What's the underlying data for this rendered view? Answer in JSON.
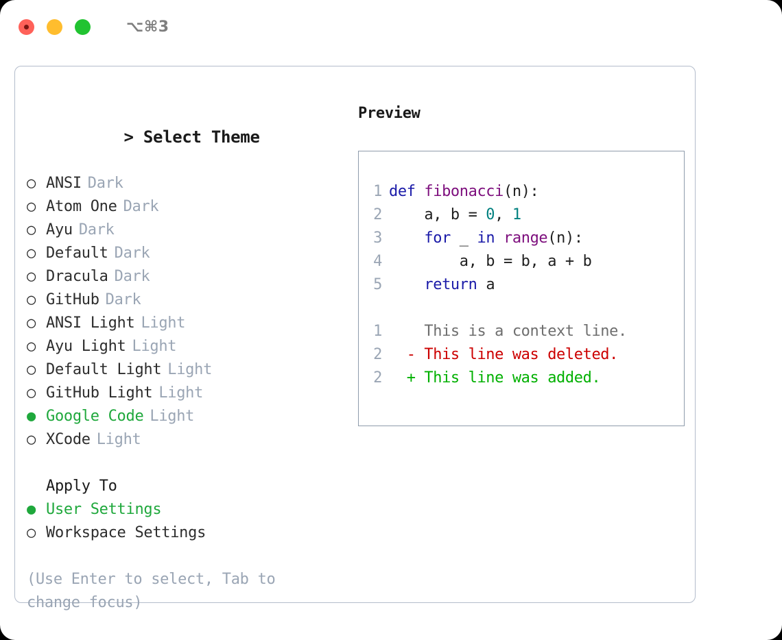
{
  "window": {
    "shortcut_label": "⌥⌘3",
    "traffic_lights": [
      "close",
      "minimize",
      "zoom"
    ]
  },
  "colors": {
    "accent_green": "#1fa83c",
    "muted_gray": "#9aa5b4",
    "border": "#8e9bab",
    "panel_border": "#b3bccb",
    "keyword_blue": "#1a1aa8",
    "function_purple": "#7d0e7d",
    "number_teal": "#00807f",
    "diff_delete_red": "#cc0000",
    "diff_add_green": "#00b000",
    "light_red": "#ff6159",
    "light_yellow": "#ffbd2e",
    "light_green": "#21c331"
  },
  "theme_picker": {
    "header_prompt": ">",
    "header": "Select Theme",
    "marker_unselected": "○",
    "marker_selected": "●",
    "items": [
      {
        "label": "ANSI",
        "tag": "Dark",
        "selected": false
      },
      {
        "label": "Atom One",
        "tag": "Dark",
        "selected": false
      },
      {
        "label": "Ayu",
        "tag": "Dark",
        "selected": false
      },
      {
        "label": "Default",
        "tag": "Dark",
        "selected": false
      },
      {
        "label": "Dracula",
        "tag": "Dark",
        "selected": false
      },
      {
        "label": "GitHub",
        "tag": "Dark",
        "selected": false
      },
      {
        "label": "ANSI Light",
        "tag": "Light",
        "selected": false
      },
      {
        "label": "Ayu Light",
        "tag": "Light",
        "selected": false
      },
      {
        "label": "Default Light",
        "tag": "Light",
        "selected": false
      },
      {
        "label": "GitHub Light",
        "tag": "Light",
        "selected": false
      },
      {
        "label": "Google Code",
        "tag": "Light",
        "selected": true
      },
      {
        "label": "XCode",
        "tag": "Light",
        "selected": false
      }
    ]
  },
  "apply_to": {
    "header": "Apply To",
    "options": [
      {
        "label": "User Settings",
        "selected": true
      },
      {
        "label": "Workspace Settings",
        "selected": false
      }
    ]
  },
  "hint": {
    "line1": "(Use Enter to select, Tab to",
    "line2": "change focus)"
  },
  "preview": {
    "title": "Preview",
    "code_lines": [
      {
        "number": "1",
        "tokens": [
          {
            "text": "def ",
            "type": "keyword"
          },
          {
            "text": "fibonacci",
            "type": "function"
          },
          {
            "text": "(n):",
            "type": "plain"
          }
        ]
      },
      {
        "number": "2",
        "tokens": [
          {
            "text": "    a, b = ",
            "type": "plain"
          },
          {
            "text": "0",
            "type": "number"
          },
          {
            "text": ", ",
            "type": "plain"
          },
          {
            "text": "1",
            "type": "number"
          }
        ]
      },
      {
        "number": "3",
        "tokens": [
          {
            "text": "    ",
            "type": "plain"
          },
          {
            "text": "for",
            "type": "keyword"
          },
          {
            "text": " _ ",
            "type": "plain"
          },
          {
            "text": "in",
            "type": "keyword"
          },
          {
            "text": " ",
            "type": "plain"
          },
          {
            "text": "range",
            "type": "function"
          },
          {
            "text": "(n):",
            "type": "plain"
          }
        ]
      },
      {
        "number": "4",
        "tokens": [
          {
            "text": "        a, b = b, a + b",
            "type": "plain"
          }
        ]
      },
      {
        "number": "5",
        "tokens": [
          {
            "text": "    ",
            "type": "plain"
          },
          {
            "text": "return",
            "type": "keyword"
          },
          {
            "text": " a",
            "type": "plain"
          }
        ]
      }
    ],
    "diff_lines": [
      {
        "number": "1",
        "sign": " ",
        "text": "This is a context line.",
        "kind": "context"
      },
      {
        "number": "2",
        "sign": "-",
        "text": "This line was deleted.",
        "kind": "delete"
      },
      {
        "number": "2",
        "sign": "+",
        "text": "This line was added.",
        "kind": "add"
      }
    ]
  }
}
